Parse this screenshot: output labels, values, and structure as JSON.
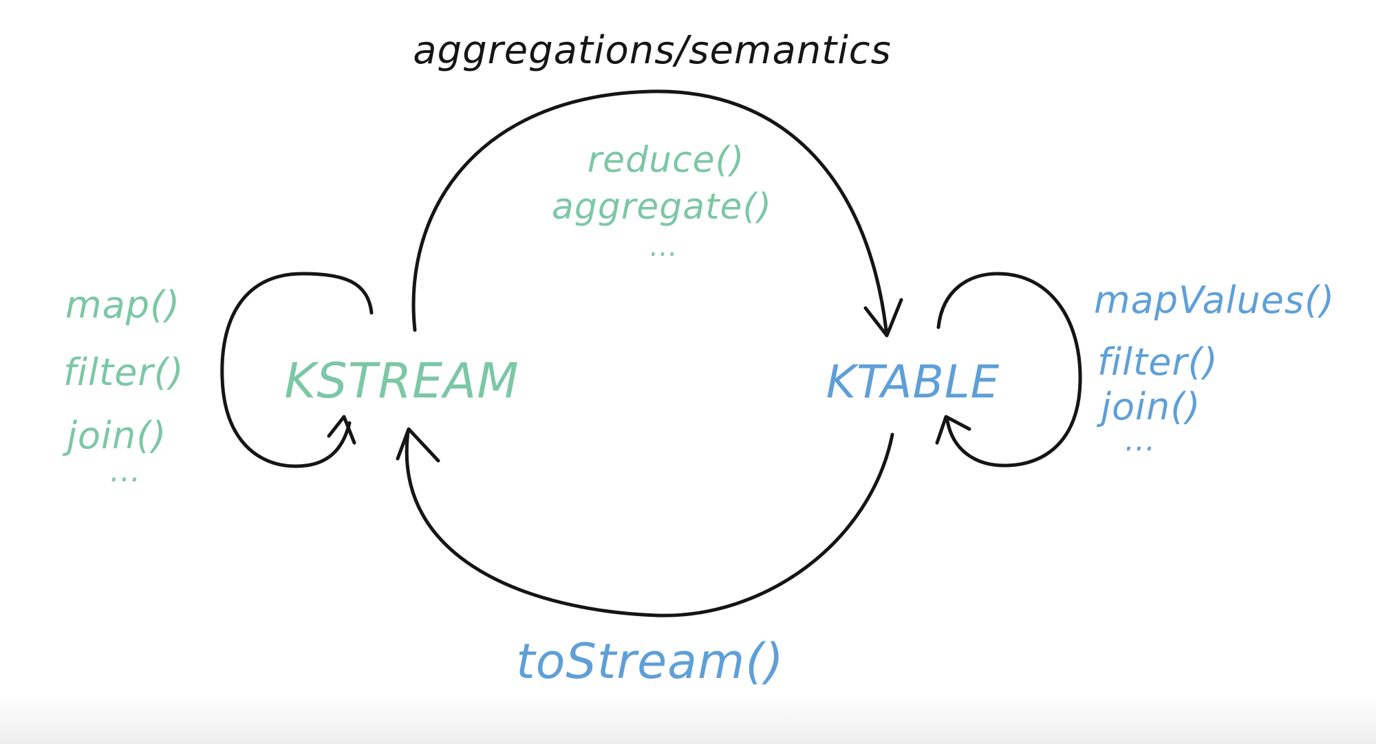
{
  "colors": {
    "ink": "#151515",
    "kstream": "#7cc7a5",
    "ktable": "#5f9fd7"
  },
  "header": {
    "title": "aggregations/semantics"
  },
  "kstream": {
    "label": "KSTREAM",
    "operations": [
      "map()",
      "filter()",
      "join()",
      "..."
    ]
  },
  "ktable": {
    "label": "KTABLE",
    "operations": [
      "mapValues()",
      "filter()",
      "join()",
      "..."
    ]
  },
  "stream_to_table": {
    "operations": [
      "reduce()",
      "aggregate()",
      "..."
    ]
  },
  "table_to_stream": {
    "operation": "toStream()"
  }
}
